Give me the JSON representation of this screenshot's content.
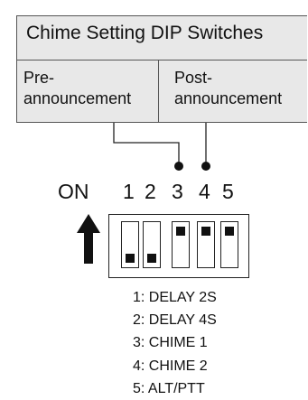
{
  "header": {
    "title": "Chime Setting DIP Switches",
    "pre_label_line1": "Pre-",
    "pre_label_line2": "announcement",
    "post_label_line1": "Post-",
    "post_label_line2": "announcement"
  },
  "switches": {
    "on_label": "ON",
    "numbers": [
      "1",
      "2",
      "3",
      "4",
      "5"
    ],
    "states": [
      "off",
      "off",
      "on",
      "on",
      "on"
    ]
  },
  "legend": [
    "1: DELAY 2S",
    "2: DELAY 4S",
    "3: CHIME 1",
    "4: CHIME 2",
    "5: ALT/PTT"
  ],
  "colors": {
    "header_fill": "#e8e8e8",
    "ink": "#111111"
  }
}
